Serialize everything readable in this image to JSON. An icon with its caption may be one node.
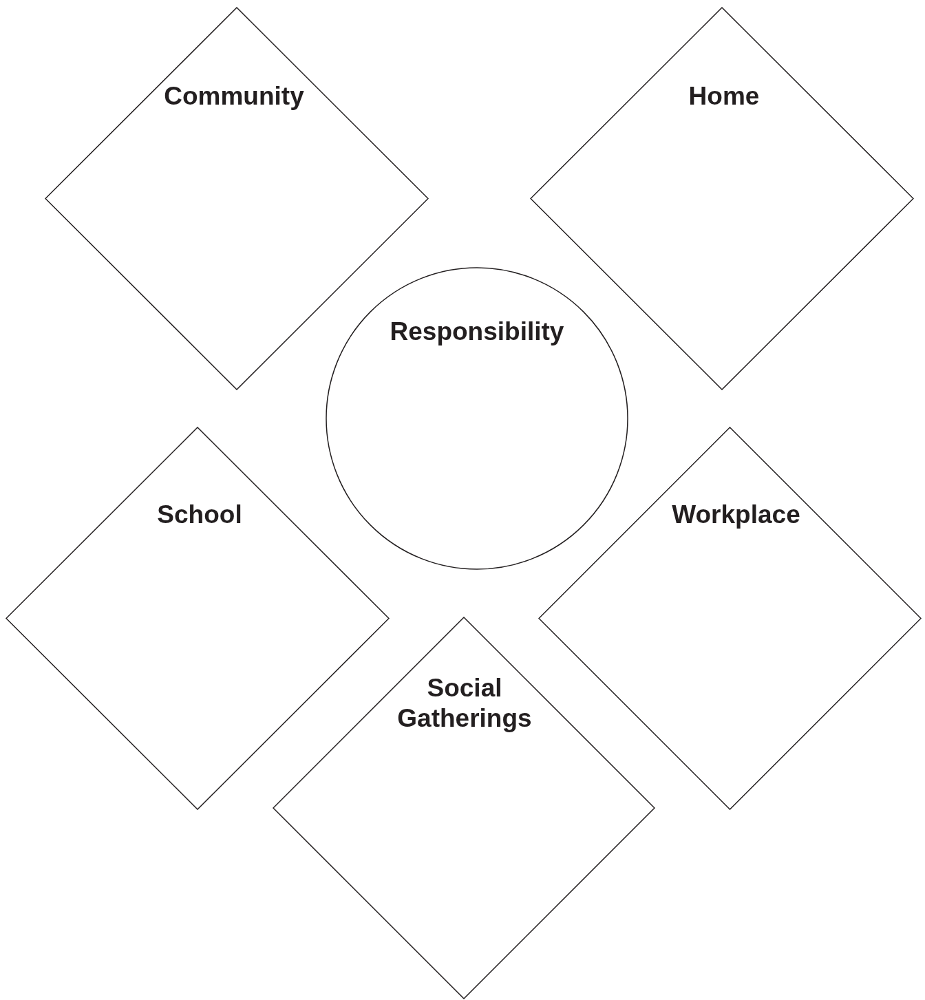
{
  "diagram": {
    "nodes": [
      {
        "text": [
          "Community"
        ]
      },
      {
        "text": [
          "Home"
        ]
      },
      {
        "text": [
          "Responsibility"
        ]
      },
      {
        "text": [
          "School"
        ]
      },
      {
        "text": [
          "Workplace"
        ]
      },
      {
        "text": [
          "Social Gatherings"
        ]
      }
    ]
  }
}
